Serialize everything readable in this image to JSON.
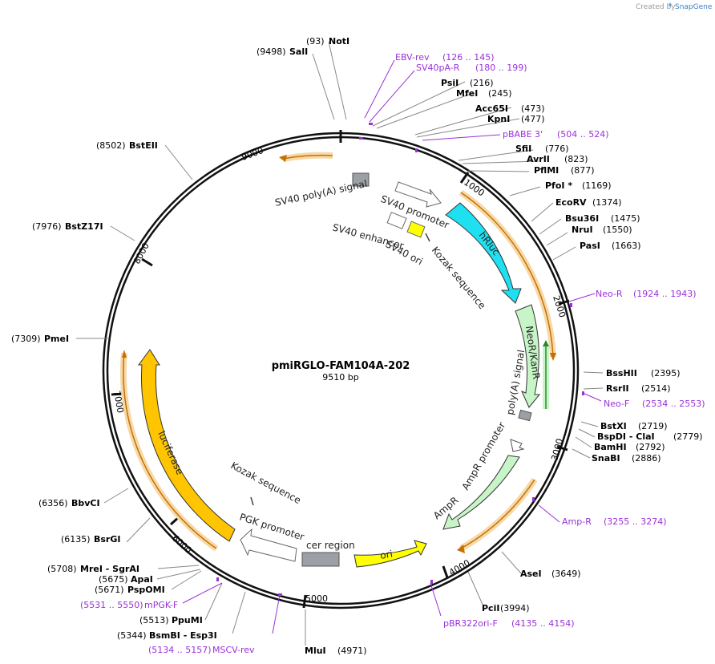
{
  "credit": "Created by",
  "brand": "SnapGene",
  "plasmid": {
    "name": "pmiRGLO-FAM104A-202",
    "size_label": "9510 bp"
  },
  "ticks": [
    "9000",
    "1000",
    "2000",
    "3000",
    "4000",
    "5000",
    "6000",
    "7000",
    "8000"
  ],
  "enzymes": [
    {
      "pos": "(93)",
      "name": "NotI"
    },
    {
      "pos": "(9498)",
      "name": "SalI"
    },
    {
      "name": "PsiI",
      "pos": "(216)"
    },
    {
      "name": "MfeI",
      "pos": "(245)"
    },
    {
      "name": "Acc65I",
      "pos": "(473)"
    },
    {
      "name": "KpnI",
      "pos": "(477)"
    },
    {
      "name": "SfiI",
      "pos": "(776)"
    },
    {
      "name": "AvrII",
      "pos": "(823)"
    },
    {
      "name": "PflMI",
      "pos": "(877)"
    },
    {
      "name": "PfoI *",
      "pos": "(1169)"
    },
    {
      "name": "EcoRV",
      "pos": "(1374)"
    },
    {
      "name": "Bsu36I",
      "pos": "(1475)"
    },
    {
      "name": "NruI",
      "pos": "(1550)"
    },
    {
      "name": "PasI",
      "pos": "(1663)"
    },
    {
      "name": "BssHII",
      "pos": "(2395)"
    },
    {
      "name": "RsrII",
      "pos": "(2514)"
    },
    {
      "name": "BstXI",
      "pos": "(2719)"
    },
    {
      "name": "BspDI  -  ClaI",
      "pos": "(2779)"
    },
    {
      "name": "BamHI",
      "pos": "(2792)"
    },
    {
      "name": "SnaBI",
      "pos": "(2886)"
    },
    {
      "name": "AseI",
      "pos": "(3649)"
    },
    {
      "name": "PciI",
      "pos": "(3994)"
    },
    {
      "name": "MluI",
      "pos": "(4971)"
    },
    {
      "pos": "(5344)",
      "name": "BsmBI  -  Esp3I"
    },
    {
      "pos": "(5513)",
      "name": "PpuMI"
    },
    {
      "pos": "(5671)",
      "name": "PspOMI"
    },
    {
      "pos": "(5675)",
      "name": "ApaI"
    },
    {
      "pos": "(5708)",
      "name": "MreI  -  SgrAI"
    },
    {
      "pos": "(6135)",
      "name": "BsrGI"
    },
    {
      "pos": "(6356)",
      "name": "BbvCI"
    },
    {
      "pos": "(7309)",
      "name": "PmeI"
    },
    {
      "pos": "(7976)",
      "name": "BstZ17I"
    },
    {
      "pos": "(8502)",
      "name": "BstEII"
    }
  ],
  "primers": [
    {
      "name": "EBV-rev",
      "range": "(126 .. 145)"
    },
    {
      "name": "SV40pA-R",
      "range": "(180 .. 199)"
    },
    {
      "name": "pBABE 3'",
      "range": "(504 .. 524)"
    },
    {
      "name": "Neo-R",
      "range": "(1924 .. 1943)"
    },
    {
      "name": "Neo-F",
      "range": "(2534 .. 2553)"
    },
    {
      "name": "Amp-R",
      "range": "(3255 .. 3274)"
    },
    {
      "name": "pBR322ori-F",
      "range": "(4135 .. 4154)"
    },
    {
      "name": "MSCV-rev",
      "range": "(5134 .. 5157)"
    },
    {
      "name": "mPGK-F",
      "range": "(5531 .. 5550)"
    }
  ],
  "features": [
    "SV40 poly(A) signal",
    "SV40 promoter",
    "SV40 enhancer",
    "SV40 ori",
    "Kozak sequence",
    "hRluc",
    "NeoR/KanR",
    "poly(A) signal",
    "AmpR promoter",
    "AmpR",
    "ori",
    "cer region",
    "PGK promoter",
    "Kozak sequence",
    "luciferase"
  ],
  "colors": {
    "primer": "#9b30d9",
    "hrluc": "#1ee0f0",
    "neo": "#c8f5c8",
    "luc": "#ffc500",
    "ori": "#ffff00",
    "orange_arc": "#e8961e"
  }
}
